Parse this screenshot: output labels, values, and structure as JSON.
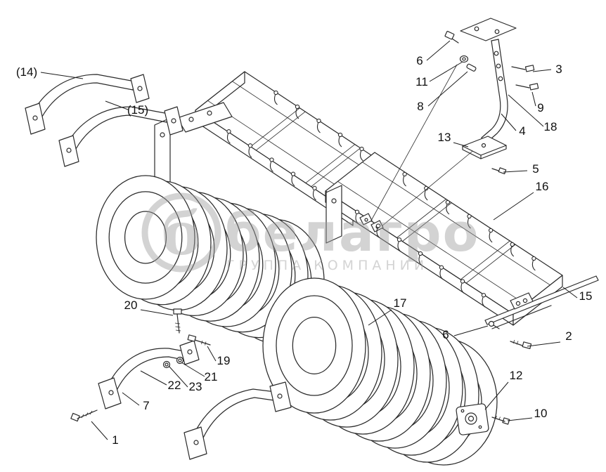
{
  "watermark": {
    "letter": "б",
    "brand": "белагро",
    "tagline": "ГРУППА КОМПАНИЙ"
  },
  "labels": [
    {
      "id": "14",
      "text": "(14)"
    },
    {
      "id": "15-bracket",
      "text": "(15)"
    },
    {
      "id": "6-top",
      "text": "6"
    },
    {
      "id": "11",
      "text": "11"
    },
    {
      "id": "8",
      "text": "8"
    },
    {
      "id": "3",
      "text": "3"
    },
    {
      "id": "9",
      "text": "9"
    },
    {
      "id": "4",
      "text": "4"
    },
    {
      "id": "18",
      "text": "18"
    },
    {
      "id": "13",
      "text": "13"
    },
    {
      "id": "5",
      "text": "5"
    },
    {
      "id": "16",
      "text": "16"
    },
    {
      "id": "15-rod",
      "text": "15"
    },
    {
      "id": "17",
      "text": "17"
    },
    {
      "id": "20",
      "text": "20"
    },
    {
      "id": "6-bottom",
      "text": "6"
    },
    {
      "id": "2",
      "text": "2"
    },
    {
      "id": "19",
      "text": "19"
    },
    {
      "id": "21",
      "text": "21"
    },
    {
      "id": "22",
      "text": "22"
    },
    {
      "id": "23",
      "text": "23"
    },
    {
      "id": "7",
      "text": "7"
    },
    {
      "id": "12",
      "text": "12"
    },
    {
      "id": "10",
      "text": "10"
    },
    {
      "id": "1",
      "text": "1"
    }
  ]
}
